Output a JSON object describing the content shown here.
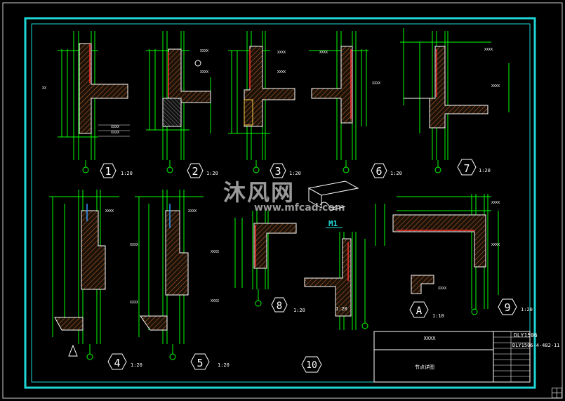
{
  "drawing": {
    "scale_labels": {
      "d1": "1:20",
      "d2": "1:20",
      "d3": "1:20",
      "d6": "1:20",
      "d7": "1:20",
      "d4": "1:20",
      "d5": "1:20",
      "d8": "1:20",
      "d10": "1:20",
      "d9": "1:20",
      "dA": "1:10"
    },
    "detail_numbers": {
      "d1": "1",
      "d2": "2",
      "d3": "3",
      "d6": "6",
      "d7": "7",
      "d4": "4",
      "d5": "5",
      "d8": "8",
      "d10": "10",
      "d9": "9",
      "dA": "A"
    },
    "iso_label": "M1",
    "title_block": {
      "project": "XXXX",
      "drawing_name": "节点详图",
      "code_1": "DLY1506",
      "code_2": "DLY1506-4-482-11"
    }
  },
  "watermark": {
    "brand": "沐风网",
    "url": "www.mfcad.com"
  },
  "colors": {
    "background": "#000000",
    "frame": "#1fd6d6",
    "linework": "#00ff00",
    "labels": "#ffffff",
    "hatch": "#b85a2a",
    "detail_circle": "#ffffff"
  }
}
